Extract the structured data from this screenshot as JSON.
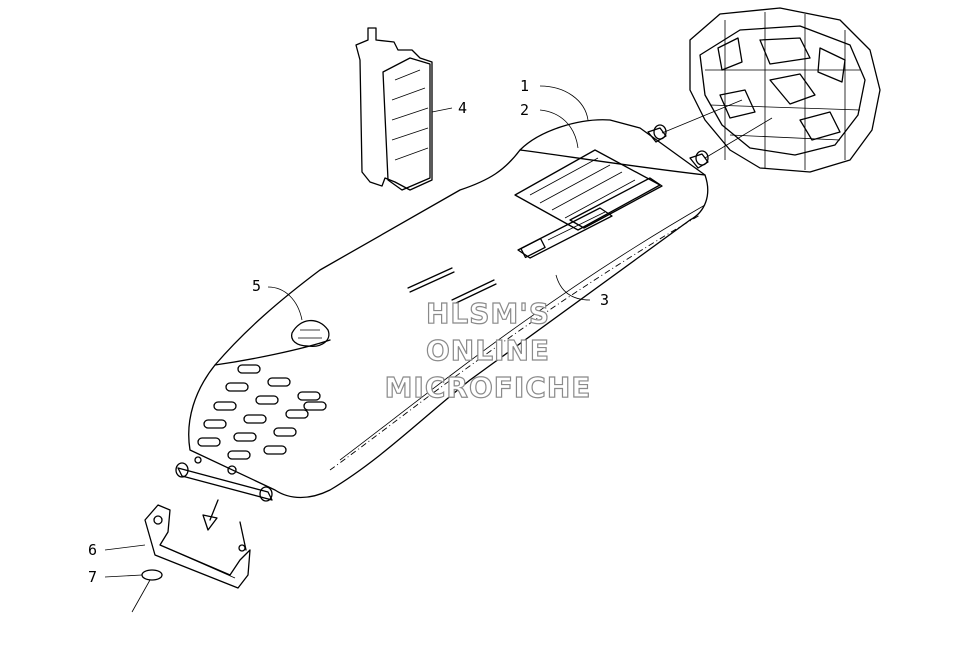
{
  "callouts": [
    "1",
    "2",
    "3",
    "4",
    "5",
    "6",
    "7"
  ],
  "watermark": {
    "line1": "HLSM'S",
    "line2": "ONLINE",
    "line3": "MICROFICHE"
  },
  "colors": {
    "line": "#000000",
    "watermark_outline": "#8a8a8a",
    "background": "#ffffff"
  }
}
